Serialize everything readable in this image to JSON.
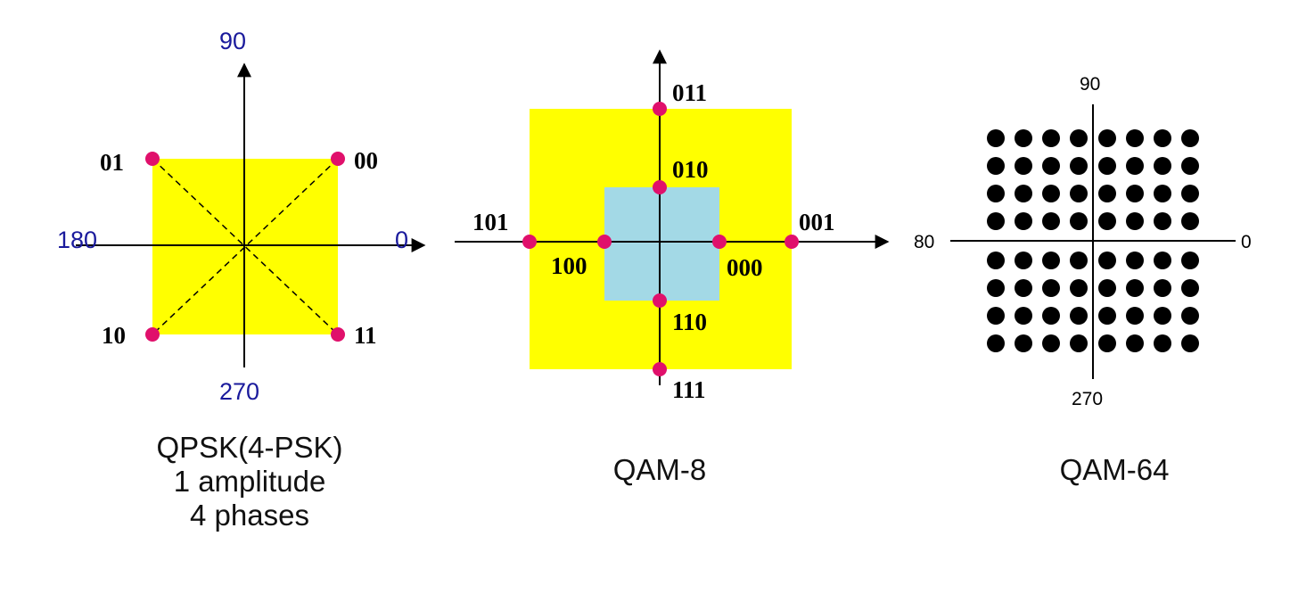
{
  "colors": {
    "outer_square": "#ffff00",
    "inner_square": "#a3d9e6",
    "symbol_point": "#e0106b",
    "angle_label": "#1a1a9c",
    "axis": "#000000"
  },
  "qpsk": {
    "angles": {
      "top": "90",
      "left": "180",
      "right": "0",
      "bottom": "270"
    },
    "points": [
      {
        "label": "00",
        "phase_deg": 45,
        "amplitude": 1
      },
      {
        "label": "01",
        "phase_deg": 135,
        "amplitude": 1
      },
      {
        "label": "10",
        "phase_deg": 225,
        "amplitude": 1
      },
      {
        "label": "11",
        "phase_deg": 315,
        "amplitude": 1
      }
    ],
    "caption": {
      "line1": "QPSK(4-PSK)",
      "line2": "1 amplitude",
      "line3": "4 phases"
    }
  },
  "qam8": {
    "points": [
      {
        "label": "011",
        "phase_deg": 90,
        "ring": "outer"
      },
      {
        "label": "010",
        "phase_deg": 90,
        "ring": "inner"
      },
      {
        "label": "101",
        "phase_deg": 180,
        "ring": "outer"
      },
      {
        "label": "100",
        "phase_deg": 180,
        "ring": "inner"
      },
      {
        "label": "000",
        "phase_deg": 0,
        "ring": "inner"
      },
      {
        "label": "001",
        "phase_deg": 0,
        "ring": "outer"
      },
      {
        "label": "110",
        "phase_deg": 270,
        "ring": "inner"
      },
      {
        "label": "111",
        "phase_deg": 270,
        "ring": "outer"
      }
    ],
    "caption": "QAM-8"
  },
  "qam64": {
    "angles": {
      "top": "90",
      "left": "80",
      "right": "0",
      "bottom": "270"
    },
    "grid": {
      "rows": 8,
      "cols": 8
    },
    "caption": "QAM-64"
  }
}
